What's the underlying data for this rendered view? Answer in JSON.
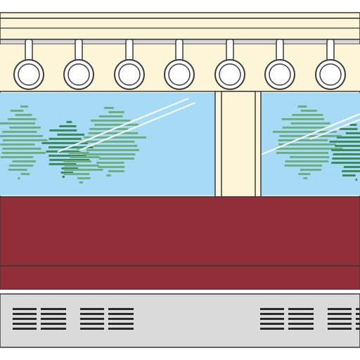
{
  "scene": {
    "subject": "train-interior",
    "ceiling": {
      "fill": "#fdf5d8",
      "stroke": "#3a3a3a",
      "rail_fill": "#d6d6d6"
    },
    "handles": {
      "count": 7,
      "ring_fill": "#ffffff",
      "stroke": "#3a3a3a"
    },
    "windows": {
      "count": 2,
      "sky_color": "#a6daf5",
      "tree_color_light": "#6fae83",
      "tree_color_dark": "#3d8a5c",
      "glare_color": "#ffffff"
    },
    "pillar": {
      "fill": "#fdf5d8"
    },
    "seat": {
      "back_color": "#922e38",
      "cushion_color": "#922e38",
      "stroke": "#3a3a3a"
    },
    "heater_panel": {
      "fill": "#dadada",
      "vent_color": "#2a2a2a",
      "vent_groups": 4
    }
  }
}
